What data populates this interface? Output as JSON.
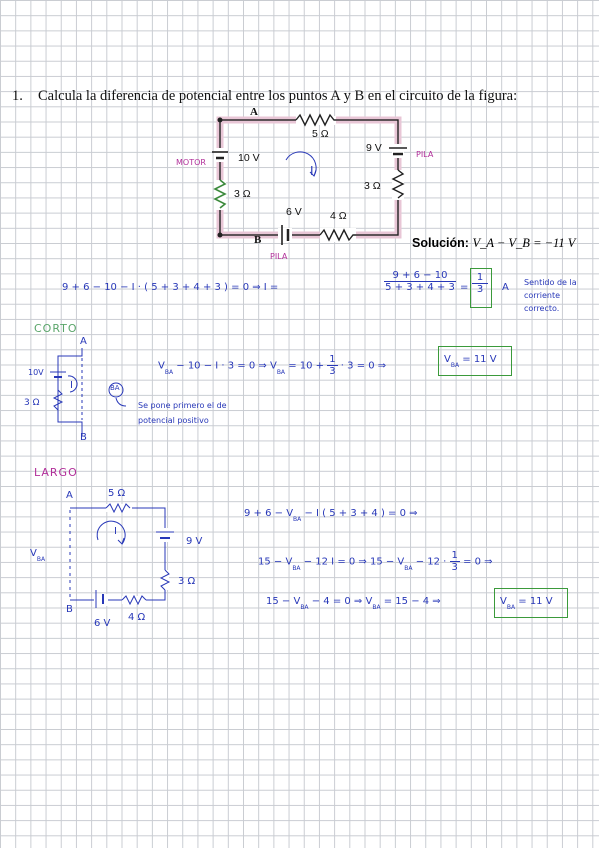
{
  "problem": {
    "number": "1.",
    "text": "Calcula la diferencia de potencial entre los puntos A y B en el circuito de la figura:"
  },
  "circuit": {
    "point_a": "A",
    "point_b": "B",
    "r_top": "5 Ω",
    "battery_right": "9 V",
    "r_right": "3 Ω",
    "battery_left": "10 V",
    "r_left": "3 Ω",
    "battery_bottom": "6 V",
    "r_bottom": "4 Ω",
    "current": "I",
    "motor_label": "MOTOR",
    "pila_right": "PILA",
    "pila_bottom": "PILA"
  },
  "solution": {
    "label": "Solución:",
    "equation": "V_A − V_B = −11 V"
  },
  "main_eq": {
    "left": "9 + 6 − 10   −  I · ( 5 + 3 + 4 + 3 )  = 0   ⇒  I =",
    "num": "9 + 6 − 10",
    "den": "5 + 3 + 4 + 3",
    "eq": "=",
    "res_num": "1",
    "res_den": "3",
    "unit": "A",
    "note1": "Sentido de la",
    "note2": "corriente",
    "note3": "correcto."
  },
  "corto": {
    "title": "CORTO",
    "a": "A",
    "b": "B",
    "v10": "10V",
    "r3": "3 Ω",
    "i": "I",
    "ba": "BA",
    "note1": "Se pone primero el de",
    "note2": "potencial positivo",
    "eq_prefix": "V",
    "eq_body": " − 10 − I · 3 = 0  ⇒  V",
    "eq_mid": " = 10 + ",
    "frac_n": "1",
    "frac_d": "3",
    "eq_end": " · 3 = 0  ⇒",
    "result": "V",
    "result_end": " = 11 V",
    "sub": "BA"
  },
  "largo": {
    "title": "LARGO",
    "a": "A",
    "b": "B",
    "r5": "5 Ω",
    "v9": "9 V",
    "r3": "3 Ω",
    "v6": "6 V",
    "r4": "4 Ω",
    "i": "I",
    "vba": "V",
    "sub": "BA",
    "eq1a": "9 + 6 − V",
    "eq1b": " − I ( 5 + 3 + 4 ) = 0  ⇒",
    "eq2a": "15 − V",
    "eq2b": " − 12 I = 0  ⇒  15 − V",
    "eq2c": " − 12 · ",
    "frac_n": "1",
    "frac_d": "3",
    "eq2d": " = 0  ⇒",
    "eq3a": "15 − V",
    "eq3b": " − 4 = 0  ⇒  V",
    "eq3c": " = 15 − 4  ⇒",
    "result": "V",
    "result_end": " = 11 V"
  }
}
